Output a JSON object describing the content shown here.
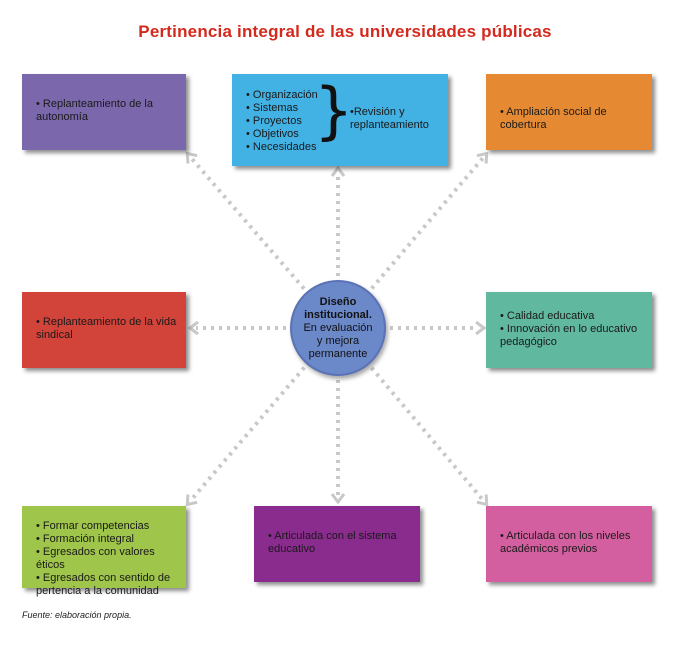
{
  "title": "Pertinencia integral de las universidades públicas",
  "colors": {
    "title": "#d42a1e",
    "connector": "#c8c8c8",
    "center_fill": "#6b88c9",
    "purple": "#7b67ab",
    "cyan": "#42b1e3",
    "orange": "#e58a33",
    "red": "#d2433a",
    "teal": "#60b89e",
    "green": "#9fc54a",
    "violet": "#8a2b8e",
    "pink": "#d45fa0"
  },
  "center": {
    "bold": "Diseño institucional.",
    "line1": "En evaluación",
    "line2": "y mejora",
    "line3": "permanente"
  },
  "boxes": {
    "top_left": {
      "lines": [
        "• Replanteamiento de la",
        "autonomía"
      ]
    },
    "top_center": {
      "items": [
        "• Organización",
        "• Sistemas",
        "• Proyectos",
        "• Objetivos",
        "• Necesidades"
      ],
      "brace": "}",
      "side": "•Revisión y replanteamiento"
    },
    "top_right": {
      "lines": [
        "• Ampliación social de cobertura"
      ]
    },
    "mid_left": {
      "lines": [
        "• Replanteamiento de la vida",
        "sindical"
      ]
    },
    "mid_right": {
      "lines": [
        "• Calidad educativa",
        "• Innovación en lo educativo",
        "pedagógico"
      ]
    },
    "bottom_left": {
      "lines": [
        "• Formar competencias",
        "• Formación integral",
        "• Egresados con valores éticos",
        "• Egresados con sentido de",
        "pertencia a la comunidad"
      ]
    },
    "bottom_center": {
      "lines": [
        "• Articulada con el sistema",
        "educativo"
      ]
    },
    "bottom_right": {
      "lines": [
        "• Articulada con los niveles",
        "académicos previos"
      ]
    }
  },
  "source": "Fuente: elaboración propia."
}
